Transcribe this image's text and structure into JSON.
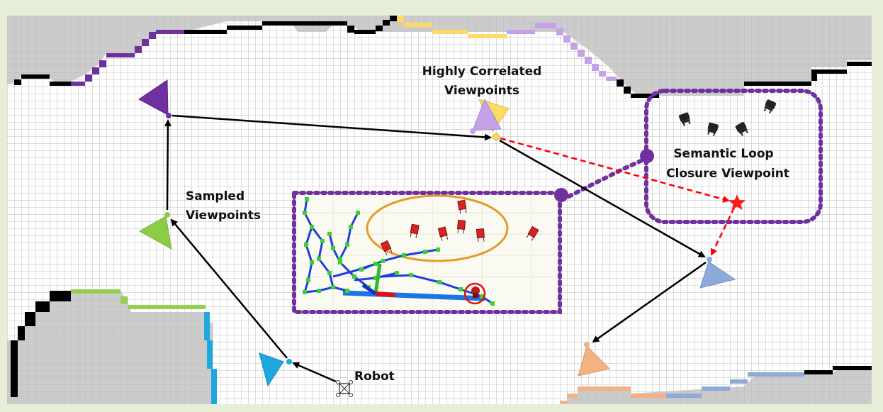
{
  "labels": {
    "highly_correlated_line1": "Highly Correlated",
    "highly_correlated_line2": "Viewpoints",
    "semantic_line1": "Semantic Loop",
    "semantic_line2": "Closure Viewpoint",
    "sampled_line1": "Sampled",
    "sampled_line2": "Viewpoints",
    "robot": "Robot"
  },
  "colors": {
    "purple": "#7030a0",
    "green": "#92d050",
    "cyan": "#1fa7e0",
    "lavender": "#c3a2e8",
    "gold": "#ffd966",
    "steel_blue": "#8eaadb",
    "salmon": "#f4b183",
    "red": "#ff0000",
    "frame": "#7030a0",
    "obstacle": "#cccccc",
    "grid": "#bcbcbc"
  },
  "icons": {
    "robot": "robot-icon",
    "target": "star-icon",
    "furniture": "chair-icon"
  }
}
